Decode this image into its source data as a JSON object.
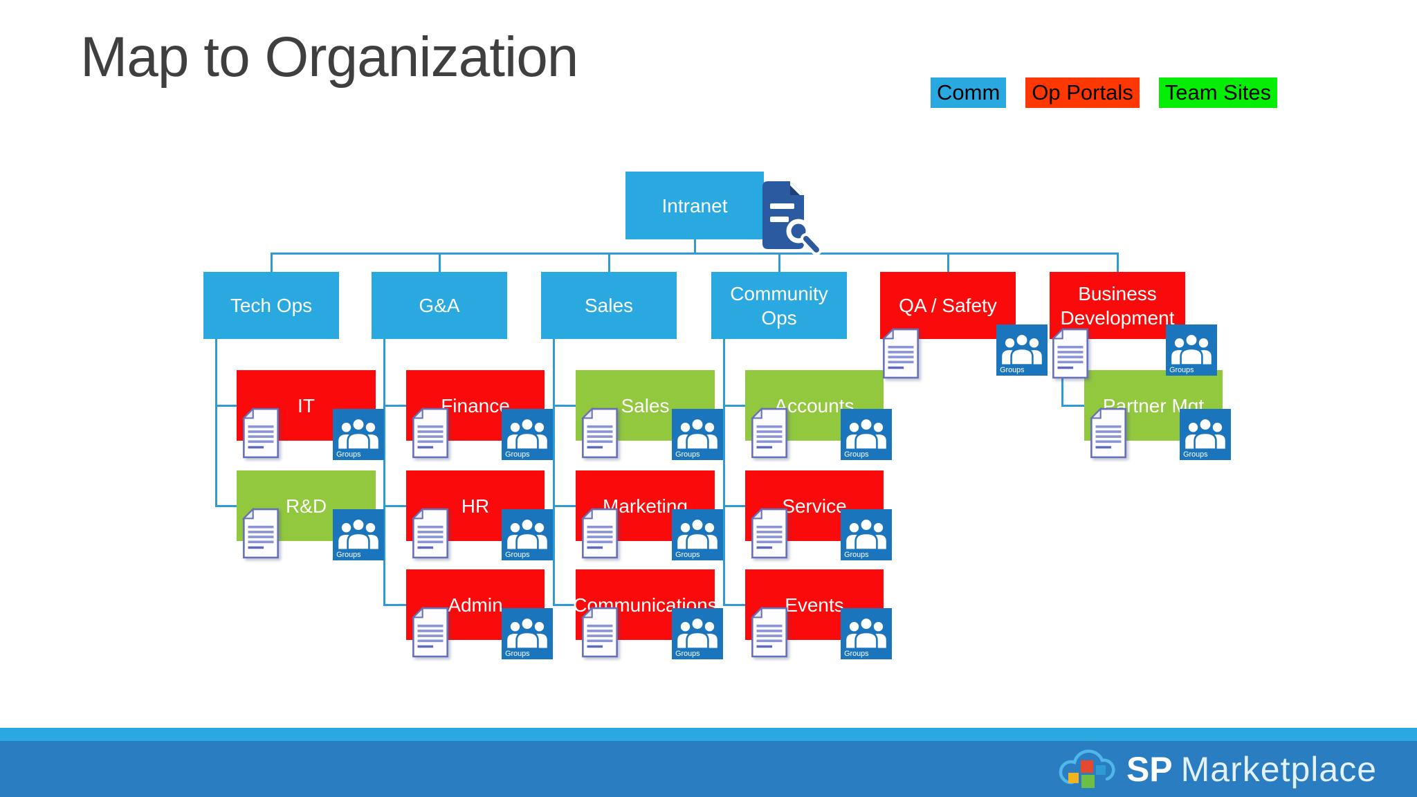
{
  "title": "Map to Organization",
  "legend": {
    "items": [
      {
        "id": "comm",
        "label": "Comm"
      },
      {
        "id": "op",
        "label": "Op Portals"
      },
      {
        "id": "team",
        "label": "Team Sites"
      }
    ]
  },
  "colors": {
    "comm_box": "#29a9e0",
    "op_box": "#fa0a0a",
    "team_box": "#92c83e",
    "legend_comm": "#29a9e0",
    "legend_op": "#ff3703",
    "legend_team": "#06ee06",
    "connector": "#2e9bd6",
    "node_text": "#ffffff",
    "groups_icon_blue": "#1b75bc",
    "intranet_icon_blue": "#2b5aa0",
    "doc_line_purple": "#8a93d8",
    "footer_strip": "#29a9e0",
    "footer_band": "#2a7dc0",
    "title_text": "#3f3f3f"
  },
  "org": {
    "root": {
      "id": "intranet",
      "label": "Intranet",
      "kind": "comm",
      "icon": "document-search-icon"
    },
    "branches": [
      {
        "id": "tech-ops",
        "label": "Tech Ops",
        "kind": "comm",
        "children": [
          {
            "id": "it",
            "label": "IT",
            "kind": "op"
          },
          {
            "id": "rd",
            "label": "R&D",
            "kind": "team"
          }
        ]
      },
      {
        "id": "ga",
        "label": "G&A",
        "kind": "comm",
        "children": [
          {
            "id": "finance",
            "label": "Finance",
            "kind": "op"
          },
          {
            "id": "hr",
            "label": "HR",
            "kind": "op"
          },
          {
            "id": "admin",
            "label": "Admin",
            "kind": "op"
          }
        ]
      },
      {
        "id": "sales",
        "label": "Sales",
        "kind": "comm",
        "children": [
          {
            "id": "sales-team",
            "label": "Sales",
            "kind": "team"
          },
          {
            "id": "marketing",
            "label": "Marketing",
            "kind": "op"
          },
          {
            "id": "communications",
            "label": "Communications",
            "kind": "op"
          }
        ]
      },
      {
        "id": "community-ops",
        "label": "Community Ops",
        "kind": "comm",
        "children": [
          {
            "id": "accounts",
            "label": "Accounts",
            "kind": "team"
          },
          {
            "id": "service",
            "label": "Service",
            "kind": "op"
          },
          {
            "id": "events",
            "label": "Events",
            "kind": "op"
          }
        ]
      },
      {
        "id": "qa-safety",
        "label": "QA / Safety",
        "kind": "op",
        "has_icons": true,
        "children": []
      },
      {
        "id": "bizdev",
        "label": "Business Development",
        "kind": "op",
        "has_icons": true,
        "children": [
          {
            "id": "partner-mgt",
            "label": "Partner Mgt",
            "kind": "team"
          }
        ]
      }
    ]
  },
  "icons": {
    "root_icon": "document-search-icon",
    "doc_icon": "document-icon",
    "groups_icon": "groups-icon",
    "groups_label": "Groups",
    "footer_icon": "cloud-logo-icon"
  },
  "footer": {
    "brand_bold": "SP",
    "brand_light": "Marketplace"
  }
}
